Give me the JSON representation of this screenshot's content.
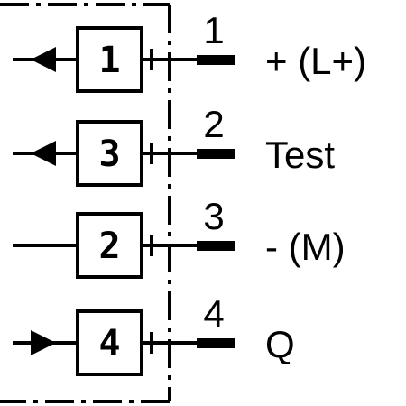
{
  "colors": {
    "ink": "#000000",
    "background": "#ffffff"
  },
  "connector": {
    "rows": [
      {
        "box_label": "1",
        "pin_label": "1",
        "signal_label": "+ (L+)",
        "arrow": "out-left",
        "arrow_icon": "arrow-left-icon"
      },
      {
        "box_label": "3",
        "pin_label": "2",
        "signal_label": "Test",
        "arrow": "out-left",
        "arrow_icon": "arrow-left-icon"
      },
      {
        "box_label": "2",
        "pin_label": "3",
        "signal_label": "- (M)",
        "arrow": "none",
        "arrow_icon": ""
      },
      {
        "box_label": "4",
        "pin_label": "4",
        "signal_label": "Q",
        "arrow": "in-right",
        "arrow_icon": "arrow-right-icon"
      }
    ]
  }
}
